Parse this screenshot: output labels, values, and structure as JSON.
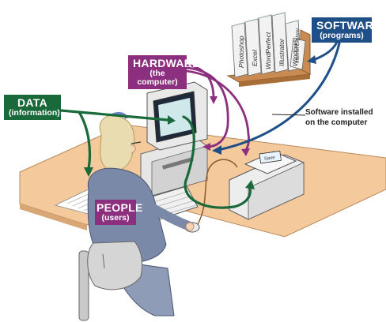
{
  "labels": {
    "data": {
      "title": "DATA",
      "sub": "(information)"
    },
    "hardware": {
      "title": "HARDWARE",
      "sub": "(the computer)"
    },
    "software": {
      "title": "SOFTWARE",
      "sub": "(programs)"
    },
    "people": {
      "title": "PEOPLE",
      "sub": "(users)"
    },
    "installed_note": "Software installed on the computer"
  },
  "books": [
    "Photoshop",
    "Excel",
    "WordPerfect",
    "Illustrator",
    "Windows",
    "Internet Explorer"
  ],
  "printer_screen": "Save",
  "colors": {
    "data_green": "#19693a",
    "hardware_purple": "#8c2f7e",
    "software_blue": "#1e4f86",
    "desk": "#f3c89a",
    "shelf": "#c98b52"
  }
}
